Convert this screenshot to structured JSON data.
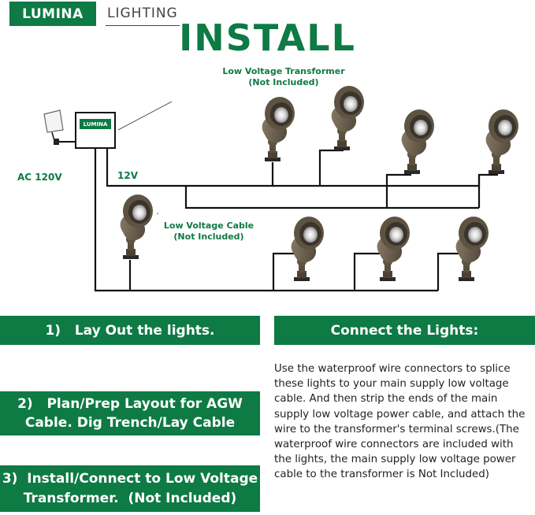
{
  "brand": {
    "box_text": "LUMINA",
    "word": "LIGHTING"
  },
  "title": "INSTALL",
  "labels": {
    "transformer_line1": "Low Voltage Transformer",
    "transformer_line2": "(Not Included)",
    "cable_line1": "Low Voltage Cable",
    "cable_line2": "(Not Included)",
    "ac": "AC 120V",
    "volt": "12V",
    "transformer_box": "LUMINA"
  },
  "steps": {
    "step1": "1)   Lay Out the lights.",
    "step2_line1": "2)   Plan/Prep Layout for AGW",
    "step2_line2": "Cable. Dig Trench/Lay Cable",
    "step3_line1": "3)  Install/Connect to Low Voltage",
    "step3_line2": "Transformer.  (Not Included)"
  },
  "connect": {
    "heading": "Connect the Lights:",
    "body": "Use the waterproof wire connectors to splice these lights to your main supply low voltage cable. And then strip the ends of the main supply low voltage power cable, and attach the wire to the transformer's terminal screws.(The waterproof wire connectors are included with the lights, the main supply low voltage power cable to the transformer is Not Included)"
  },
  "colors": {
    "brand_green": "#0e7a44",
    "fixture_bronze": "#6e6353",
    "wire": "#111111"
  },
  "icons": [
    "plug-icon",
    "transformer-icon",
    "spotlight-icon"
  ]
}
